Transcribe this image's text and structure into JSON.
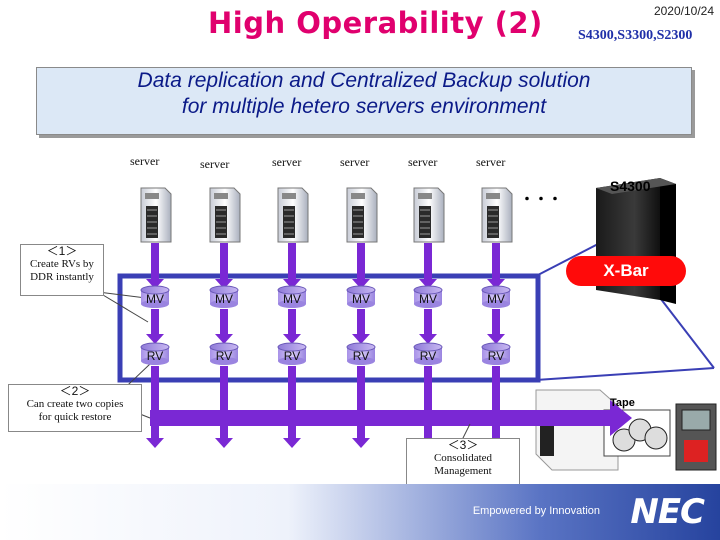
{
  "header": {
    "title": "High Operability (2)",
    "date": "2020/10/24",
    "models": "S4300,S3300,S2300"
  },
  "headline": {
    "line1": "Data replication and Centralized Backup solution",
    "line2": "for multiple hetero servers environment"
  },
  "servers": [
    {
      "label": "server",
      "mv": "MV",
      "rv": "RV"
    },
    {
      "label": "server",
      "mv": "MV",
      "rv": "RV"
    },
    {
      "label": "server",
      "mv": "MV",
      "rv": "RV"
    },
    {
      "label": "server",
      "mv": "MV",
      "rv": "RV"
    },
    {
      "label": "server",
      "mv": "MV",
      "rv": "RV"
    },
    {
      "label": "server",
      "mv": "MV",
      "rv": "RV"
    }
  ],
  "ellipsis": "・・・",
  "storage_label": "S4300",
  "xbar_label": "X-Bar",
  "tape_label": "Tape",
  "callouts": {
    "c1": {
      "num": "＜1＞",
      "line1": "Create RVs by",
      "line2": "DDR instantly"
    },
    "c2": {
      "num": "＜2＞",
      "line1": "Can create two copies",
      "line2": "for quick restore"
    },
    "c3": {
      "num": "＜3＞",
      "line1": "Consolidated",
      "line2": "Management"
    }
  },
  "footer": {
    "tagline": "Empowered by Innovation",
    "logo": "NEC"
  },
  "colors": {
    "title": "#e0006e",
    "frame": "#3a3fb5",
    "arrow": "#7a28d4",
    "xbar": "#ff0a0a"
  }
}
